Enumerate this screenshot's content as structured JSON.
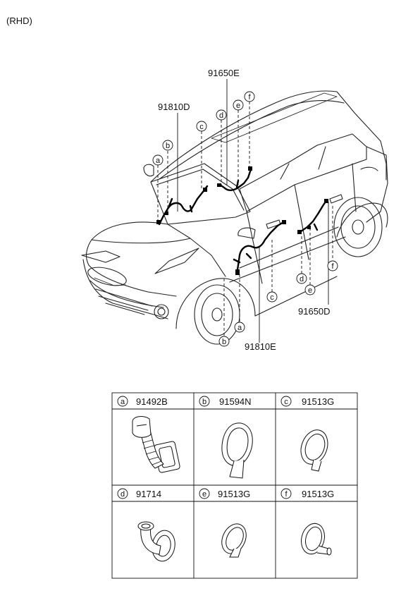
{
  "header": {
    "variant": "(RHD)"
  },
  "callouts": {
    "front_harness": "91810D",
    "front_upper": "91650E",
    "rear_harness": "91650D",
    "rear_lower": "91810E"
  },
  "markers": {
    "a": "a",
    "b": "b",
    "c": "c",
    "d": "d",
    "e": "e",
    "f": "f"
  },
  "parts_table": [
    {
      "letter": "a",
      "part": "91492B"
    },
    {
      "letter": "b",
      "part": "91594N"
    },
    {
      "letter": "c",
      "part": "91513G"
    },
    {
      "letter": "d",
      "part": "91714"
    },
    {
      "letter": "e",
      "part": "91513G"
    },
    {
      "letter": "f",
      "part": "91513G"
    }
  ]
}
